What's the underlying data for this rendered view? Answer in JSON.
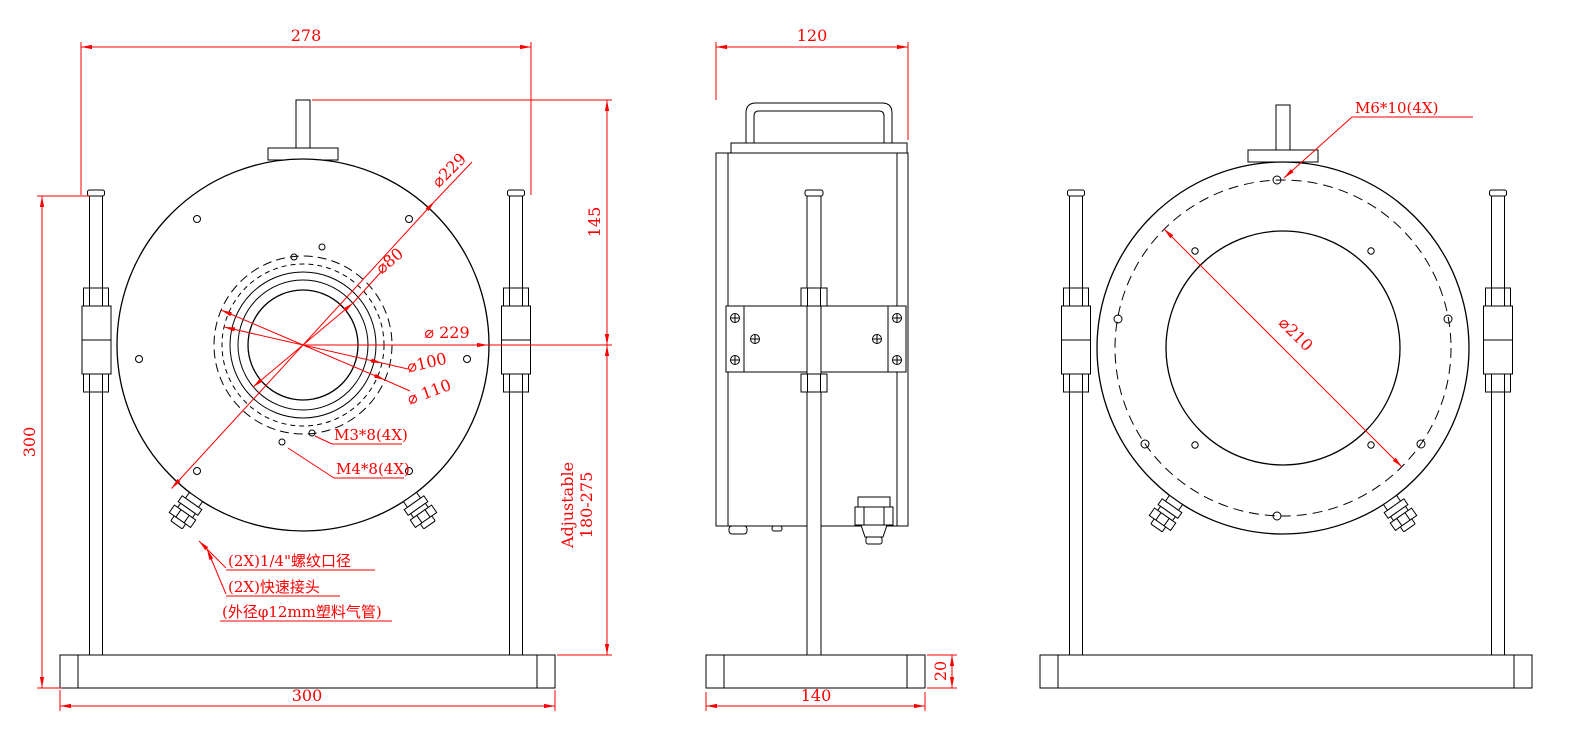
{
  "colors": {
    "line_color": "#000000",
    "dim_color": "#fb0000",
    "bg": "#ffffff"
  },
  "front_view": {
    "dim_width_top": "278",
    "dim_center_height": "145",
    "dia_outer_diag": "⌀229",
    "dia_outer_horiz": "⌀ 229",
    "dia_80": "⌀80",
    "dia_100": "⌀100",
    "dia_110": "⌀ 110",
    "screw_note_m3": "M3*8(4X)",
    "screw_note_m4": "M4*8(4X)",
    "dim_height_left": "300",
    "dim_base_width": "300",
    "adjustable_label": "Adjustable",
    "adjustable_range": "180-275",
    "port_note_1": "(2X)1/4\"螺纹口径",
    "port_note_2": "(2X)快速接头",
    "port_note_3": "(外径φ12mm塑料气管)"
  },
  "side_view": {
    "dim_width_top": "120",
    "dim_base_width": "140",
    "dim_base_height": "20"
  },
  "rear_view": {
    "screw_note_m6": "M6*10(4X)",
    "dia_bolt_circle": "⌀210"
  }
}
